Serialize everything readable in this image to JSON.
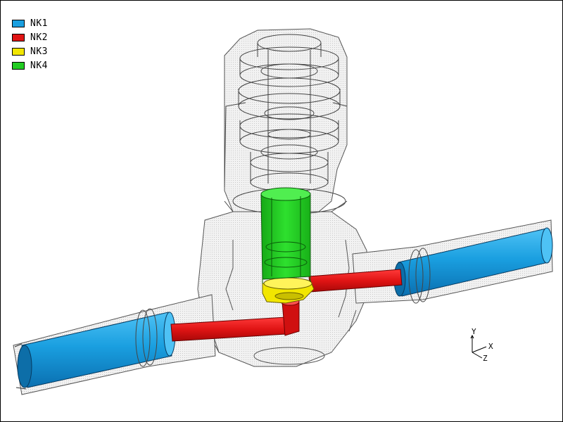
{
  "legend": {
    "items": [
      {
        "label": "NK1",
        "color": "#1a9fe0"
      },
      {
        "label": "NK2",
        "color": "#e01414"
      },
      {
        "label": "NK3",
        "color": "#f2e600"
      },
      {
        "label": "NK4",
        "color": "#22cc22"
      }
    ]
  },
  "axes": {
    "y": "Y",
    "x": "X",
    "z": "Z"
  },
  "colors": {
    "shell_fill": "#efefef",
    "outline": "#555555"
  }
}
